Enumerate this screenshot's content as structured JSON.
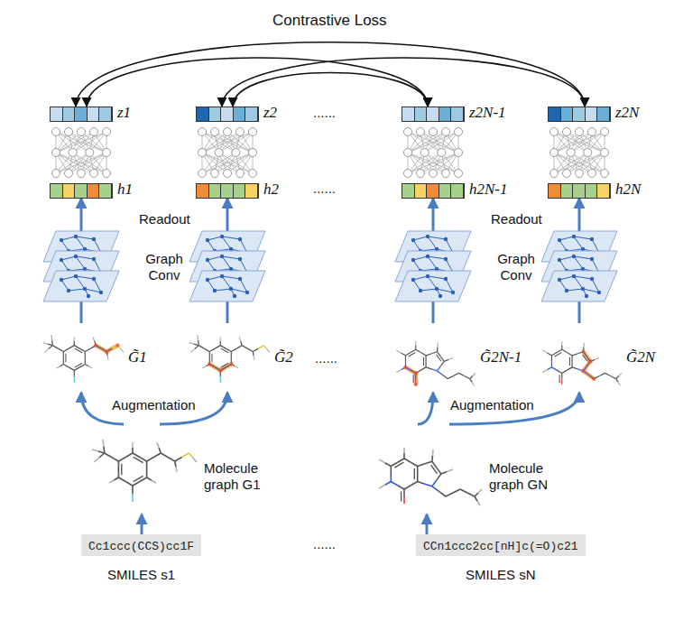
{
  "diagram": {
    "nodes": [
      {
        "text": [
          "z1"
        ]
      },
      {
        "text": [
          "z2"
        ]
      },
      {
        "text": [
          "z2N-1"
        ]
      },
      {
        "text": [
          "z2N"
        ]
      },
      {
        "text": [
          "h1"
        ]
      },
      {
        "text": [
          "h2"
        ]
      },
      {
        "text": [
          "h2N-1"
        ]
      },
      {
        "text": [
          "h2N"
        ]
      },
      {
        "text": [
          "G̃1"
        ]
      },
      {
        "text": [
          "G̃2"
        ]
      },
      {
        "text": [
          "G̃2N-1"
        ]
      },
      {
        "text": [
          "G̃2N"
        ]
      },
      {
        "text": [
          "Molecule graph G1"
        ]
      },
      {
        "text": [
          "Molecule graph GN"
        ]
      },
      {
        "text": [
          "Cc1ccc(CCS)cc1F",
          "SMILES s1"
        ]
      },
      {
        "text": [
          "CCn1ccc2cc[nH]c(=O)c21",
          "SMILES sN"
        ]
      }
    ],
    "edges": [
      {
        "from": 0,
        "to": 3,
        "arrow": "both"
      },
      {
        "from": 0,
        "to": 2,
        "arrow": "both"
      },
      {
        "from": 1,
        "to": 3,
        "arrow": "both"
      },
      {
        "from": 1,
        "to": 2,
        "arrow": "both"
      },
      {
        "from": 8,
        "to": 4,
        "arrow": "to"
      },
      {
        "from": 9,
        "to": 5,
        "arrow": "to"
      },
      {
        "from": 10,
        "to": 6,
        "arrow": "to"
      },
      {
        "from": 11,
        "to": 7,
        "arrow": "to"
      },
      {
        "from": 12,
        "to": 8,
        "arrow": "to"
      },
      {
        "from": 12,
        "to": 9,
        "arrow": "to"
      },
      {
        "from": 13,
        "to": 10,
        "arrow": "to"
      },
      {
        "from": 13,
        "to": 11,
        "arrow": "to"
      },
      {
        "from": 14,
        "to": 12,
        "arrow": "to"
      },
      {
        "from": 15,
        "to": 13,
        "arrow": "to"
      }
    ],
    "labels": [
      "Contrastive Loss",
      "......",
      "......",
      "Readout",
      "Graph Conv",
      "Readout",
      "Graph Conv",
      "......",
      "Augmentation",
      "Augmentation",
      "......"
    ]
  }
}
